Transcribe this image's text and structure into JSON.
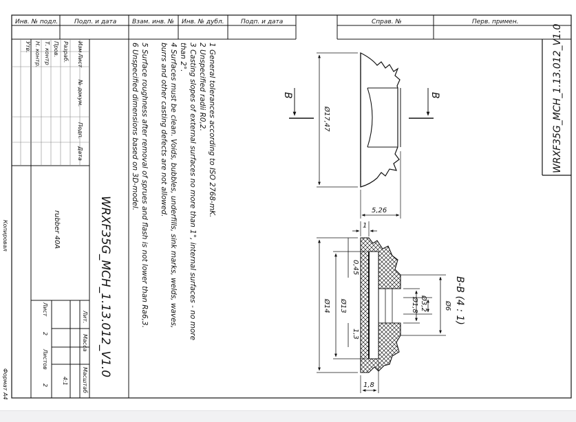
{
  "top_strip": {
    "inv_podl": "Инв. № подл.",
    "podp_data_1": "Подп. и дата",
    "vzam_inv": "Взам. инв. №",
    "inv_dubl": "Инв. № дубл.",
    "podp_data_2": "Подп. и дата",
    "sprav": "Справ. №",
    "perv_primen": "Перв. примен."
  },
  "side_code": "WRXF35G_MCH_1.13.012_V1.0",
  "notes": [
    "1 General tolerances according to ISO 2768-mK.",
    "2 Unspecified radii R0,2.",
    "3 Casting slopes of external surfaces no more than 1°, internal surfaces - no more",
    "than 2°.",
    "4 Surfaces must be clean. Voids, bubbles, underfills, sink marks, welds, waves,",
    "burrs and other casting defects are not allowed.",
    "5 Surface roughness after removal of sprues and flash is not lower than Ra6,3.",
    "6 Unspecified dimensions based on 3D-model."
  ],
  "title_block": {
    "rows": [
      "Изм",
      "Разраб.",
      "Пров.",
      "Т. контр",
      "Н. контр.",
      "Утв."
    ],
    "col_list": "Лист",
    "col_doc": "№ докум.",
    "col_sign": "Подп.",
    "col_date": "Дата",
    "designation": "WRXF35G_MCH_1.13.012_V1.0",
    "material": "rubber 40A",
    "lit": "Лит.",
    "massa": "Масса",
    "masshtab": "Масштаб",
    "scale": "4:1",
    "list": "Лист",
    "list_num": "2",
    "listov": "Листов",
    "listov_num": "2",
    "copied": "Копировал",
    "format": "Формат A4"
  },
  "view_top": {
    "section_mark_left": "B",
    "section_mark_right": "B",
    "dia_label": "Ø17,47",
    "width_label": "5,26"
  },
  "section_view": {
    "title": "B-B (4 : 1)",
    "dim_top": "1",
    "dim_045": "0,45",
    "dim_14": "Ø14",
    "dim_13": "Ø13",
    "dim_13b": "1,3",
    "dim_32": "Ø3,2",
    "dim_18d": "Ø1,8",
    "dim_6": "Ø6",
    "dim_bottom": "1,8"
  }
}
